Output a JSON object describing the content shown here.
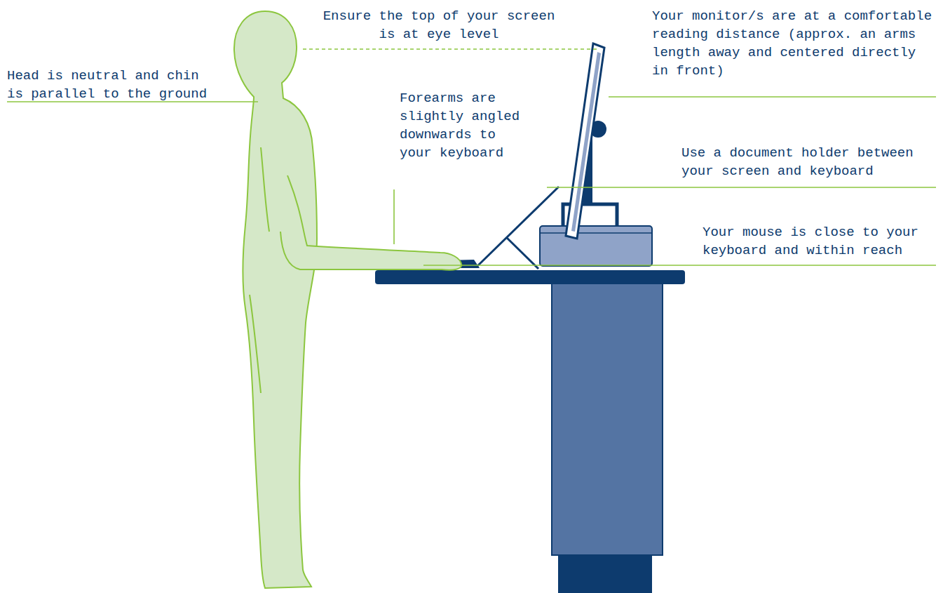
{
  "diagram": {
    "labels": [
      "Head is neutral and chin is parallel to the ground",
      "Ensure the top of your screen is at eye level",
      "Your monitor/s are at a comfortable reading distance (approx. an arms length away and centered directly in front)",
      "Forearms are slightly angled downwards to your keyboard",
      "Use a document holder between your screen and keyboard",
      "Your mouse is close to your keyboard and within reach"
    ]
  }
}
